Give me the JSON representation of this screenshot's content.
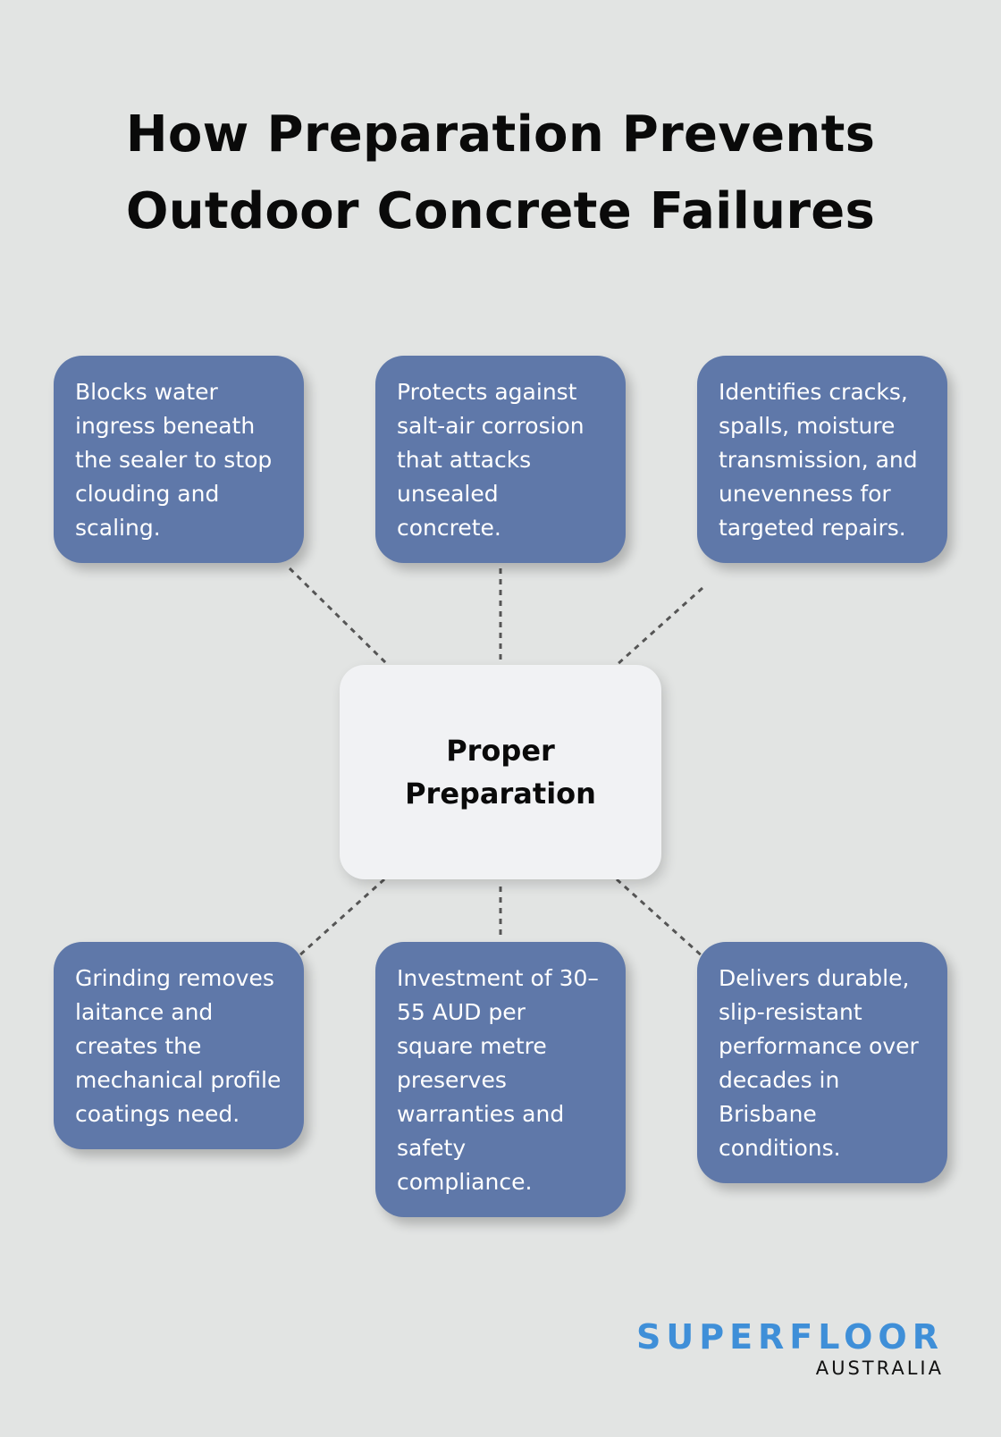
{
  "title": "How Preparation Prevents Outdoor Concrete Failures",
  "hub": {
    "label": "Proper Preparation"
  },
  "cards": [
    {
      "text": "Blocks water ingress beneath the sealer to stop clouding and scaling."
    },
    {
      "text": "Protects against salt-air corrosion that attacks unsealed concrete."
    },
    {
      "text": "Identifies cracks, spalls, moisture transmission, and unevenness for targeted repairs."
    },
    {
      "text": "Grinding removes laitance and creates the mechanical profile coatings need."
    },
    {
      "text": "Investment of 30–55 AUD per square metre preserves warranties and safety compliance."
    },
    {
      "text": "Delivers durable, slip-resistant performance over decades in Brisbane conditions."
    }
  ],
  "logo": {
    "main": "SUPERFLOOR",
    "sub": "AUSTRALIA"
  },
  "colors": {
    "background": "#e2e4e3",
    "card": "#5f78a9",
    "hub": "#f1f2f4",
    "connector": "#555555",
    "logo_accent": "#3f8fd8"
  }
}
